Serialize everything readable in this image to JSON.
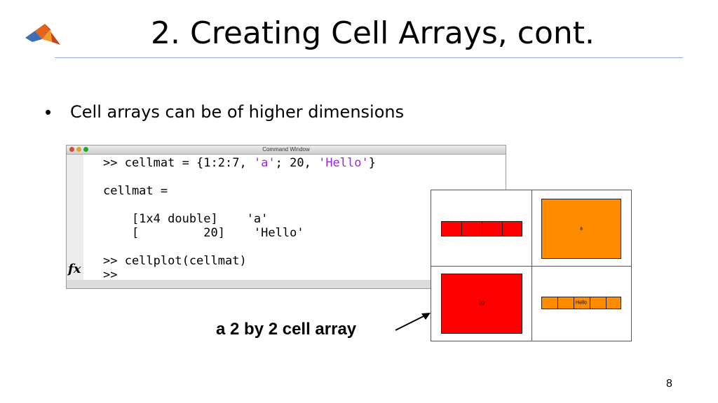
{
  "slide": {
    "title": "2. Creating Cell Arrays, cont.",
    "bullet_marker": "•",
    "bullet_text": "Cell arrays can be of higher dimensions",
    "page_number": "8",
    "caption": "a 2 by 2 cell array",
    "logo_icon": "matlab-logo-icon"
  },
  "command_window": {
    "title": "Command Window",
    "line1_prefix": ">> cellmat = {1:2:7, ",
    "line1_str1": "'a'",
    "line1_mid": "; 20, ",
    "line1_str2": "'Hello'",
    "line1_suffix": "}",
    "line2": "cellmat =",
    "line3": "    [1x4 double]    'a'",
    "line4": "    [         20]    'Hello'",
    "line5": ">> cellplot(cellmat)",
    "line6": ">>",
    "fx_label": "fx",
    "string_color": "#a020f0"
  },
  "cellplot": {
    "top_right_label": "a",
    "bottom_left_label": "20",
    "bottom_right_label": "Hello",
    "red": "#ff0000",
    "orange": "#ff8c00"
  }
}
